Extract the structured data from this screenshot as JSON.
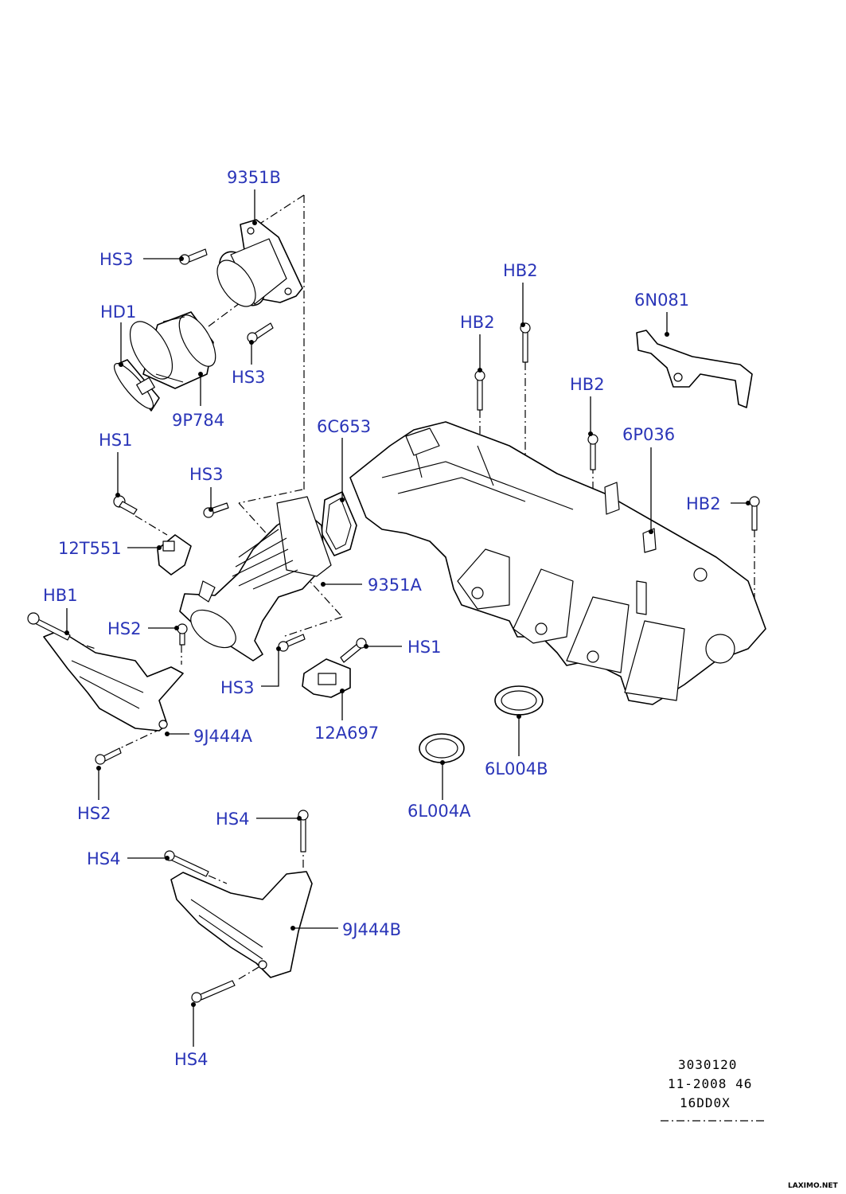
{
  "callouts": {
    "p9351B": "9351B",
    "hs3_a": "HS3",
    "hd1": "HD1",
    "hs3_b": "HS3",
    "p9P784": "9P784",
    "hb2_a": "HB2",
    "hb2_b": "HB2",
    "p6N081": "6N081",
    "hb2_c": "HB2",
    "p6C653": "6C653",
    "p6P036": "6P036",
    "hs1_a": "HS1",
    "hs3_c": "HS3",
    "hb2_d": "HB2",
    "p12T551": "12T551",
    "p9351A": "9351A",
    "hb1": "HB1",
    "hs2_a": "HS2",
    "hs1_b": "HS1",
    "hs3_d": "HS3",
    "p12A697": "12A697",
    "p9J444A": "9J444A",
    "p6L004B": "6L004B",
    "hs2_b": "HS2",
    "p6L004A": "6L004A",
    "hs4_a": "HS4",
    "hs4_b": "HS4",
    "p9J444B": "9J444B",
    "hs4_c": "HS4"
  },
  "reference": {
    "line1": "3030120",
    "line2": "11-2008 46",
    "line3": "16DD0X"
  },
  "watermark": "LAXIMO.NET",
  "colors": {
    "callout": "#2a35b8",
    "line": "#000000",
    "background": "#ffffff"
  }
}
